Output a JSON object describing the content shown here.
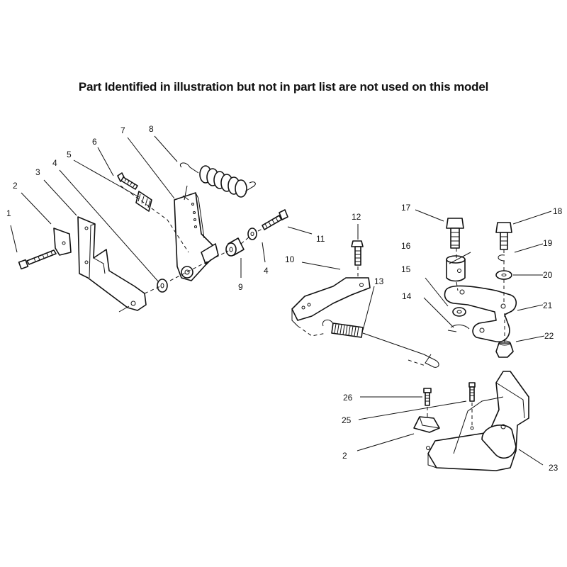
{
  "title": "Part Identified in illustration but not in part list are not used on this model",
  "callouts": {
    "c1": "1",
    "c2": "2",
    "c3": "3",
    "c4a": "4",
    "c5": "5",
    "c6": "6",
    "c7": "7",
    "c8": "8",
    "c9": "9",
    "c4b": "4",
    "c10": "10",
    "c11": "11",
    "c12": "12",
    "c13": "13",
    "c14": "14",
    "c15": "15",
    "c16": "16",
    "c17": "17",
    "c18": "18",
    "c19": "19",
    "c20": "20",
    "c21": "21",
    "c22": "22",
    "c23": "23",
    "c2b": "2",
    "c25": "25",
    "c26": "26"
  }
}
